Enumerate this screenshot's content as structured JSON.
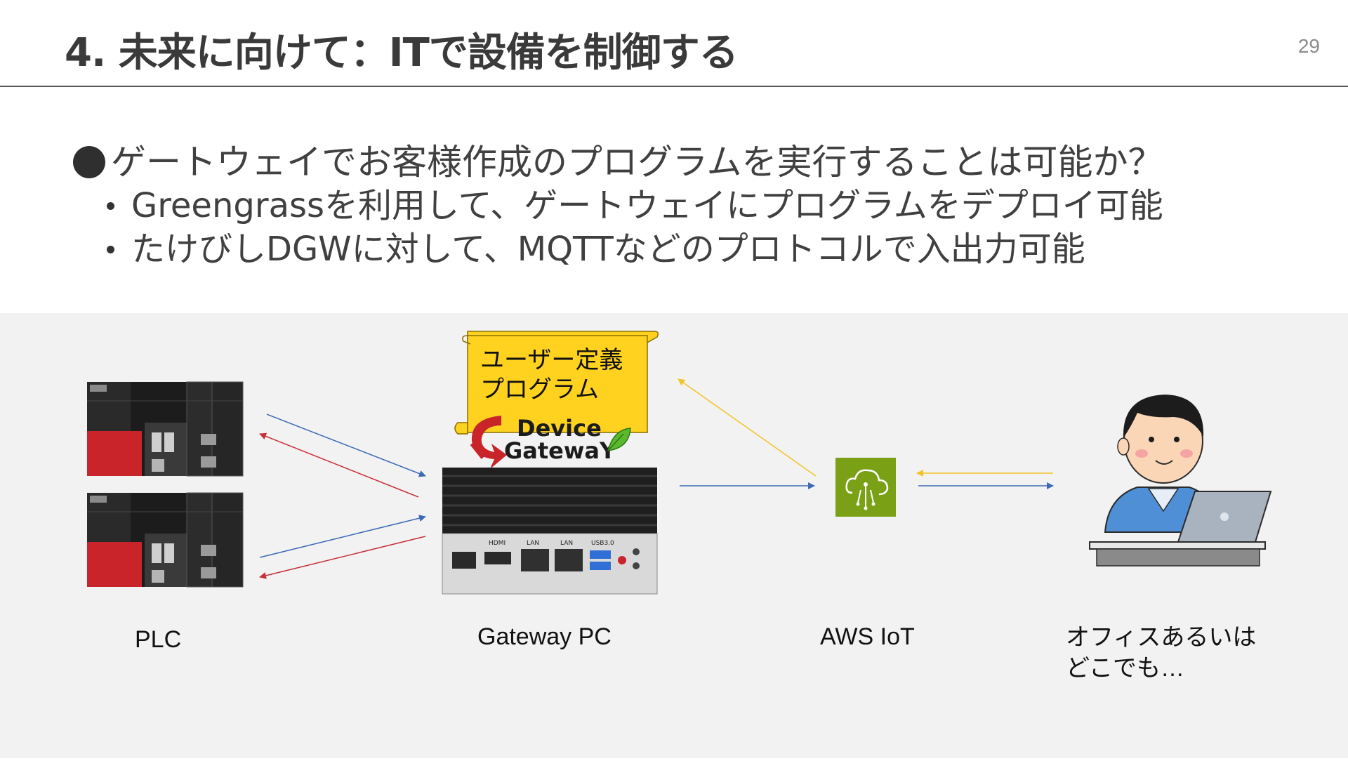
{
  "header": {
    "title": "4. 未来に向けて：ITで設備を制御する",
    "page_number": "29"
  },
  "bullets": {
    "main": "ゲートウェイでお客様作成のプログラムを実行することは可能か？",
    "sub": [
      "Greengrassを利用して、ゲートウェイにプログラムをデプロイ可能",
      "たけびしDGWに対して、MQTTなどのプロトコルで入出力可能"
    ]
  },
  "diagram": {
    "scroll_text": [
      "ユーザー定義",
      "プログラム"
    ],
    "logo_text": [
      "Device",
      "GatewaY"
    ],
    "port_labels": [
      "HDMI",
      "LAN",
      "LAN",
      "USB3.0"
    ],
    "nodes": {
      "plc": "PLC",
      "gateway": "Gateway PC",
      "aws": "AWS IoT",
      "office_line1": "オフィスあるいは",
      "office_line2": "どこでも…"
    },
    "colors": {
      "arrow_blue": "#3d6ab5",
      "arrow_red": "#c8303a",
      "arrow_yellow": "#f2c326",
      "aws_green": "#7aa116",
      "scroll_yellow": "#ffd21f",
      "plc_red": "#c8242a"
    }
  }
}
